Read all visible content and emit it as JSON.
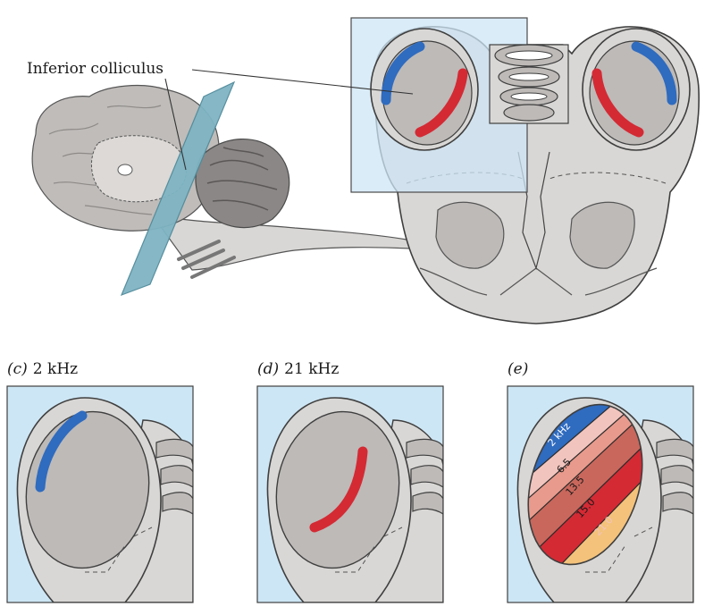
{
  "labels": {
    "inferior_colliculus": "Inferior colliculus"
  },
  "panels": [
    {
      "letter": "(c)",
      "title": "2 kHz"
    },
    {
      "letter": "(d)",
      "title": "21 kHz"
    },
    {
      "letter": "(e)",
      "title": ""
    }
  ],
  "tonotopic_bands": [
    {
      "label": "2 kHz",
      "color": "#2f6bbf"
    },
    {
      "label": "6.5",
      "color": "#f2c4be"
    },
    {
      "label": "13.5",
      "color": "#e89a8c"
    },
    {
      "label": "15.0",
      "color": "#c9675c"
    },
    {
      "label": "21.0",
      "color": "#d42a34"
    },
    {
      "label": "",
      "color": "#f4c27a"
    }
  ],
  "colors": {
    "background_blue": "#cde6f5",
    "tissue_outer": "#d9d7d5",
    "tissue_inner": "#bdbab8",
    "low_freq_blue": "#2f6bbf",
    "high_freq_red": "#d42a34",
    "slice_plane": "#7fb4c3",
    "cerebellum": "#8a8786"
  }
}
